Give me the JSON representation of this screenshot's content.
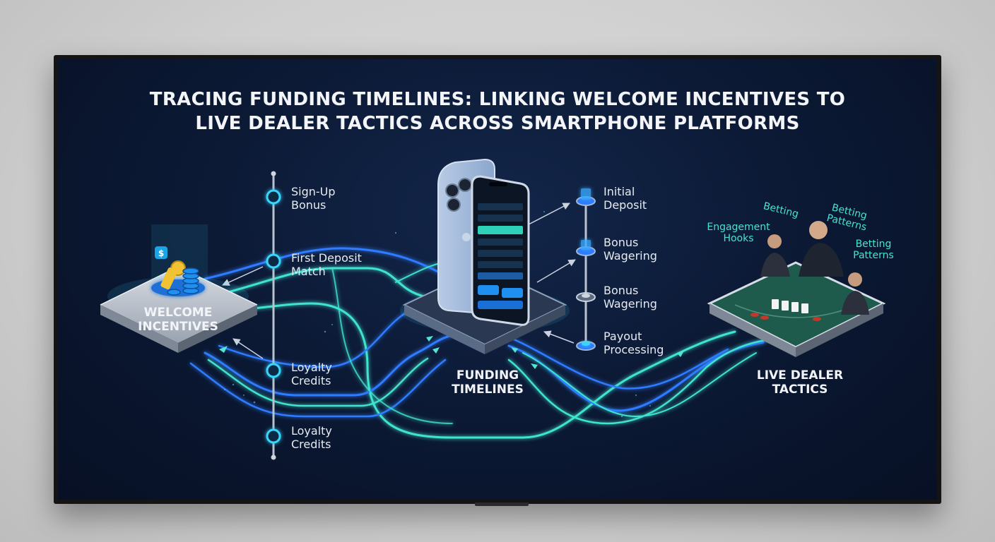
{
  "title": {
    "line1": "TRACING FUNDING TIMELINES: LINKING WELCOME INCENTIVES TO",
    "line2": "LIVE DEALER TACTICS ACROSS SMARTPHONE PLATFORMS"
  },
  "nodes": {
    "welcome": {
      "line1": "WELCOME",
      "line2": "INCENTIVES",
      "icon": "key-coins-icon"
    },
    "funding": {
      "line1": "FUNDING",
      "line2": "TIMELINES",
      "icon": "smartphone-icon"
    },
    "live": {
      "line1": "LIVE DEALER",
      "line2": "TACTICS",
      "icon": "blackjack-table-icon"
    }
  },
  "left_timeline": [
    {
      "line1": "Sign-Up",
      "line2": "Bonus"
    },
    {
      "line1": "First Deposit",
      "line2": "Match"
    },
    {
      "line1": "Loyalty",
      "line2": "Credits"
    },
    {
      "line1": "Loyalty",
      "line2": "Credits"
    }
  ],
  "right_timeline": [
    {
      "line1": "Initial",
      "line2": "Deposit"
    },
    {
      "line1": "Bonus",
      "line2": "Wagering"
    },
    {
      "line1": "Bonus",
      "line2": "Wagering"
    },
    {
      "line1": "Payout",
      "line2": "Processing"
    }
  ],
  "table_labels": {
    "engagement": {
      "line1": "Engagement",
      "line2": "Hooks"
    },
    "betting": "Betting",
    "patterns_top": {
      "line1": "Betting",
      "line2": "Patterns"
    },
    "patterns_right": {
      "line1": "Betting",
      "line2": "Patterns"
    }
  },
  "colors": {
    "screen_bg": "#0c1a36",
    "flow_cyan": "#3fe3cf",
    "flow_blue": "#2f7bff",
    "node_glow": "#38d6ff",
    "title_text": "#f3f5f8",
    "felt_green": "#1f5b4d"
  }
}
